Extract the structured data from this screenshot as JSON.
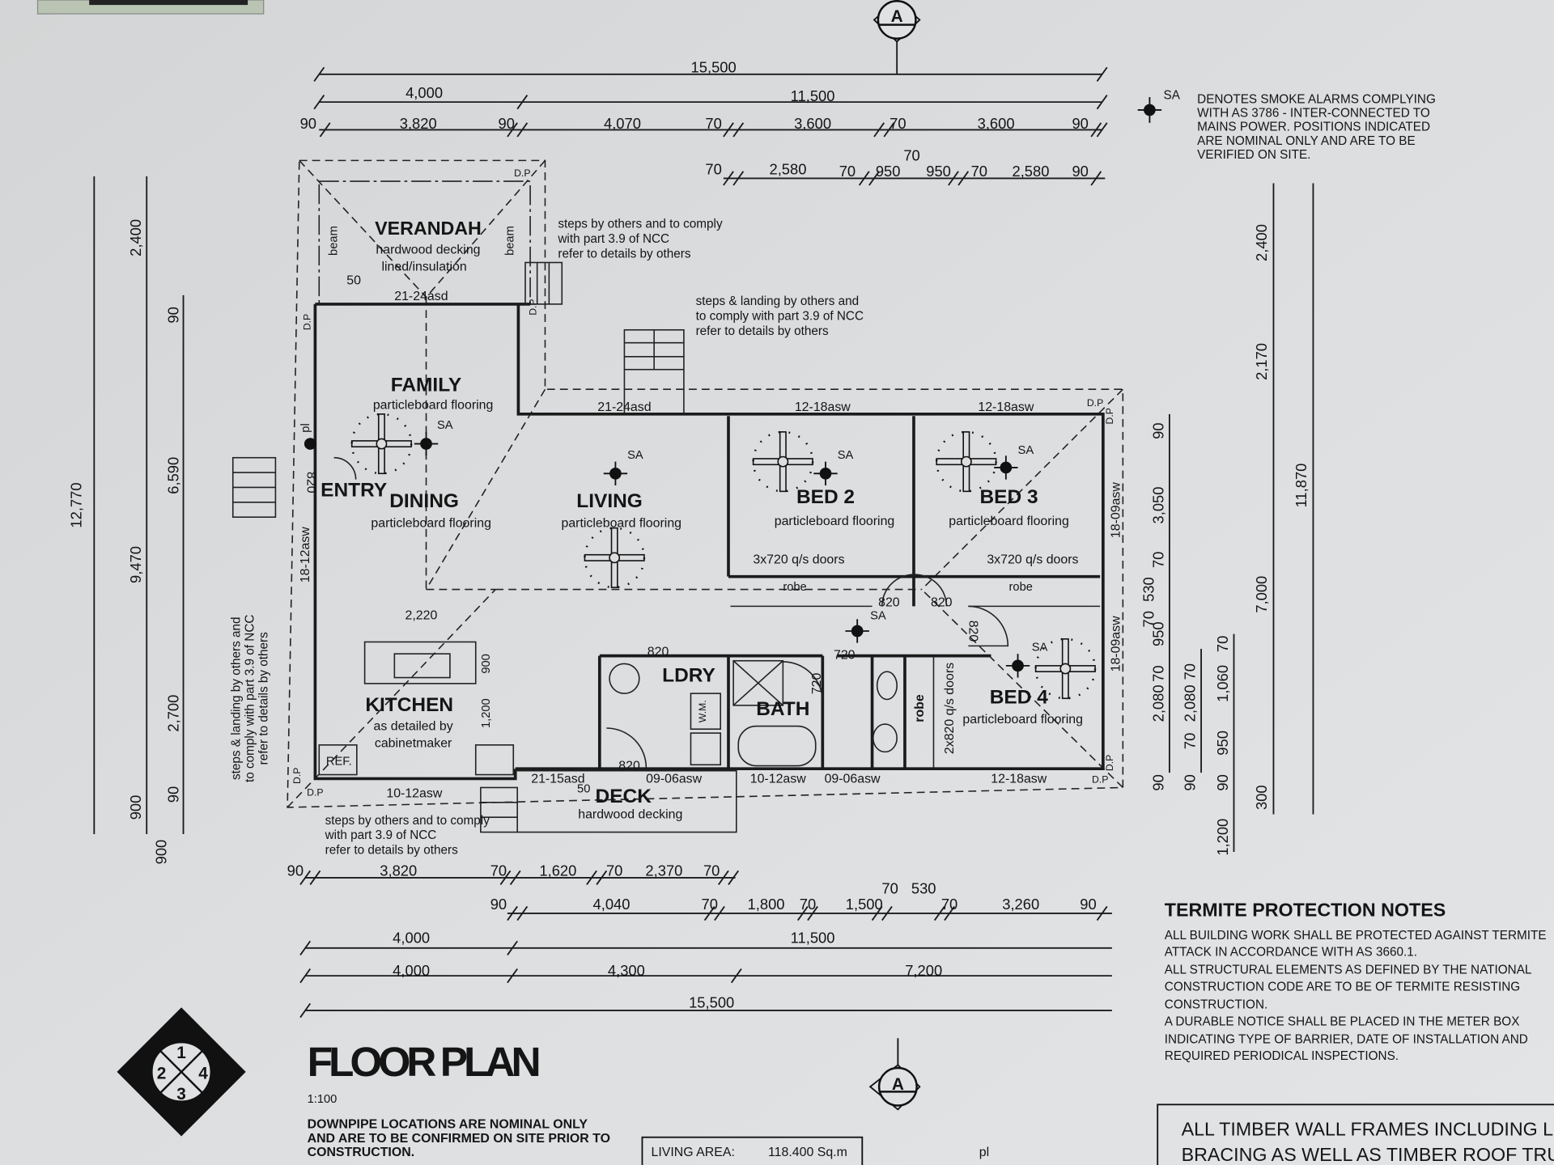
{
  "title": "FLOOR PLAN",
  "scale": "1:100",
  "downpipe_note": [
    "DOWNPIPE LOCATIONS ARE NOMINAL ONLY",
    "AND ARE TO BE CONFIRMED ON SITE PRIOR TO",
    "CONSTRUCTION."
  ],
  "area": {
    "label": "LIVING AREA:",
    "value": "118.400 Sq.m"
  },
  "pl_legend": "pl",
  "section_marker": "A",
  "compass": [
    "1",
    "2",
    "3",
    "4"
  ],
  "smoke_legend": {
    "symbol": "SA",
    "lines": [
      "DENOTES SMOKE ALARMS COMPLYING",
      "WITH AS 3786 - INTER-CONNECTED TO",
      "MAINS POWER. POSITIONS INDICATED",
      "ARE NOMINAL ONLY AND ARE TO BE",
      "VERIFIED ON SITE."
    ]
  },
  "termite": {
    "heading": "TERMITE PROTECTION NOTES",
    "lines": [
      "ALL BUILDING WORK SHALL BE PROTECTED AGAINST TERMITE",
      "ATTACK IN ACCORDANCE WITH AS 3660.1.",
      "ALL STRUCTURAL ELEMENTS AS DEFINED BY THE NATIONAL",
      "CONSTRUCTION CODE ARE TO BE OF TERMITE RESISTING",
      "CONSTRUCTION.",
      "A DURABLE NOTICE SHALL BE PLACED IN THE METER BOX",
      "INDICATING TYPE OF BARRIER, DATE OF INSTALLATION AND",
      "REQUIRED PERIODICAL INSPECTIONS."
    ]
  },
  "timber_note": [
    "ALL TIMBER WALL FRAMES INCLUDING LINT",
    "BRACING AS WELL AS TIMBER ROOF TRUS"
  ],
  "step_notes": [
    [
      "steps by others and to comply",
      "with part 3.9 of NCC",
      "refer to details by others"
    ],
    [
      "steps & landing by others and",
      "to comply with part 3.9 of NCC",
      "refer to details by others"
    ],
    [
      "steps by others and to comply",
      "with part 3.9 of NCC",
      "refer to details by others"
    ],
    [
      "steps & landing by others and",
      "to comply with part 3.9 of NCC",
      "refer to details by others"
    ]
  ],
  "labels": [
    "VERANDAH",
    "hardwood decking",
    "lined/insulation",
    "beam",
    "beam",
    "50",
    "21-24asd",
    "FAMILY",
    "particleboard flooring",
    "ENTRY",
    "DINING",
    "particleboard flooring",
    "LIVING",
    "particleboard flooring",
    "21-24asd",
    "12-18asw",
    "12-18asw",
    "BED 2",
    "particleboard flooring",
    "BED 3",
    "particleboard flooring",
    "3x720 q/s doors",
    "3x720 q/s doors",
    "robe",
    "robe",
    "820",
    "820",
    "720",
    "820",
    "LDRY",
    "BATH",
    "720",
    "W.M.",
    "robe",
    "2x820 q/s doors",
    "BED 4",
    "particleboard flooring",
    "820",
    "KITCHEN",
    "as detailed by",
    "cabinetmaker",
    "REF.",
    "2,220",
    "900",
    "1,200",
    "820",
    "21-15asd",
    "50",
    "DECK",
    "hardwood decking",
    "09-06asw",
    "10-12asw",
    "09-06asw",
    "12-18asw",
    "10-12asw",
    "18-12asw",
    "18-09asw",
    "18-09asw",
    "820",
    "pl",
    "D.P",
    "D.P",
    "D.P",
    "D.P",
    "D.P",
    "D.P",
    "D.P",
    "D.P",
    "SA",
    "SA",
    "SA",
    "SA",
    "SA",
    "SA",
    "D.P"
  ],
  "dims": {
    "top": [
      "15,500",
      "4,000",
      "11,500",
      "90",
      "3,820",
      "90",
      "4,070",
      "70",
      "3,600",
      "70",
      "3,600",
      "90",
      "70",
      "2,580",
      "70",
      "950",
      "70",
      "950",
      "70",
      "2,580",
      "90"
    ],
    "bottom": [
      "90",
      "3,820",
      "70",
      "1,620",
      "70",
      "2,370",
      "70",
      "90",
      "4,040",
      "70",
      "1,800",
      "70",
      "1,500",
      "70",
      "530",
      "70",
      "3,260",
      "90",
      "4,000",
      "11,500",
      "4,000",
      "4,300",
      "7,200",
      "15,500"
    ],
    "left": [
      "12,770",
      "2,400",
      "9,470",
      "900",
      "900",
      "90",
      "6,590",
      "2,700",
      "90"
    ],
    "right": [
      "2,400",
      "2,170",
      "7,000",
      "300",
      "11,870",
      "90",
      "3,050",
      "70",
      "530",
      "70",
      "950",
      "70",
      "2,080",
      "90",
      "70",
      "2,080",
      "70",
      "90",
      "70",
      "1,060",
      "950",
      "90",
      "1,200"
    ]
  }
}
